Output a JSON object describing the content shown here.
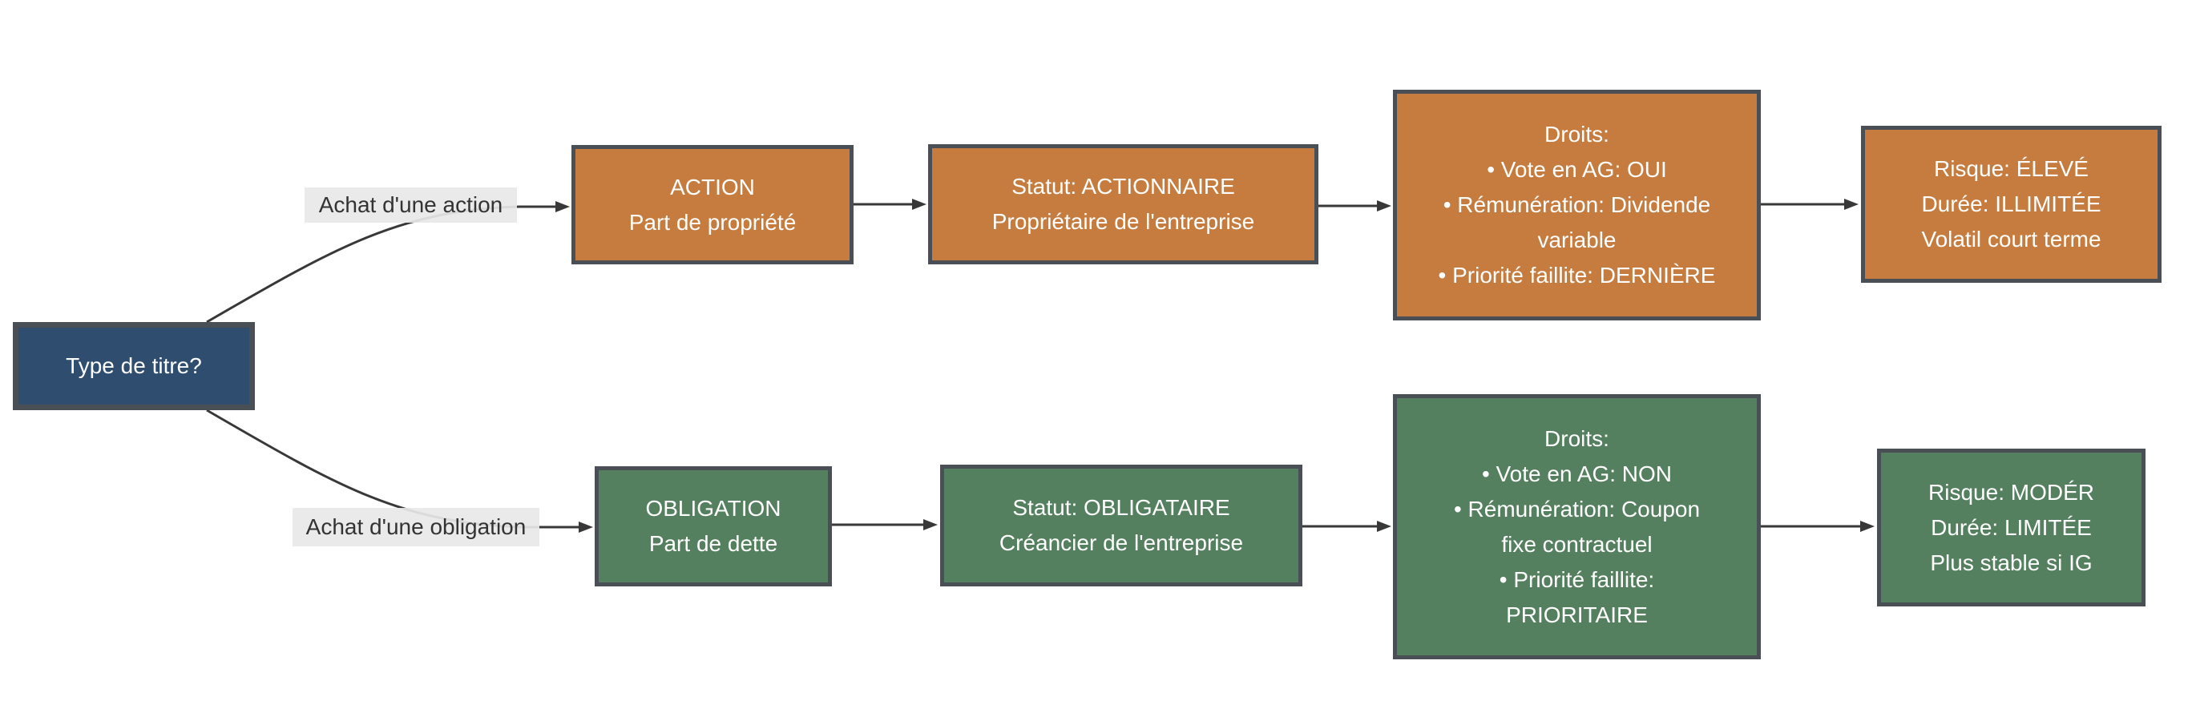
{
  "diagram": {
    "root": {
      "label": "Type de titre?"
    },
    "edge_labels": {
      "action": "Achat d'une action",
      "obligation": "Achat d'une obligation"
    },
    "nodes": {
      "action": {
        "text": "ACTION\nPart de propriété"
      },
      "action_statut": {
        "text": "Statut: ACTIONNAIRE\nPropriétaire de l'entreprise"
      },
      "action_droits": {
        "text": "Droits:\n• Vote en AG: OUI\n• Rémunération: Dividende\nvariable\n• Priorité faillite: DERNIÈRE"
      },
      "action_risque": {
        "text": "Risque: ÉLEVÉ\nDurée: ILLIMITÉE\nVolatil court terme"
      },
      "obligation": {
        "text": "OBLIGATION\nPart de dette"
      },
      "obligation_statut": {
        "text": "Statut: OBLIGATAIRE\nCréancier de l'entreprise"
      },
      "obligation_droits": {
        "text": "Droits:\n• Vote en AG: NON\n• Rémunération: Coupon\nfixe contractuel\n• Priorité faillite:\nPRIORITAIRE"
      },
      "obligation_risque": {
        "text": "Risque: MODÉR\nDurée: LIMITÉE\nPlus stable si IG"
      }
    },
    "colors": {
      "root_fill": "#2f4d6e",
      "action_fill": "#c67c3e",
      "obligation_fill": "#55805f",
      "node_border": "#4a4e55",
      "node_text": "#ffffff",
      "edge_line": "#383838",
      "edge_label_bg": "#e8e8e8",
      "edge_label_text": "#333333"
    }
  }
}
